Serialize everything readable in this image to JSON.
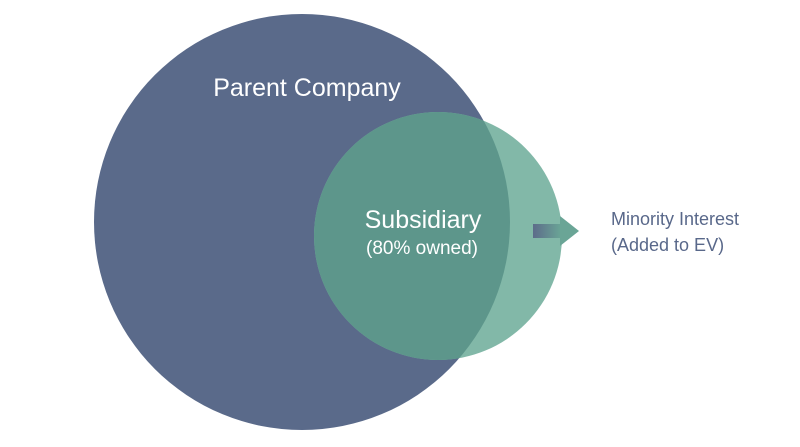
{
  "diagram": {
    "parent": {
      "label": "Parent Company",
      "color": "#5a6a8a"
    },
    "subsidiary": {
      "label": "Subsidiary",
      "sublabel": "(80% owned)",
      "color": "#68a596",
      "overlap_color": "#5d968b",
      "outside_color": "#82b8a8"
    },
    "minority_interest": {
      "line1": "Minority Interest",
      "line2": "(Added to EV)",
      "text_color": "#59688a",
      "arrow_gradient": [
        "#5d6c8a",
        "#6aa596"
      ]
    }
  }
}
